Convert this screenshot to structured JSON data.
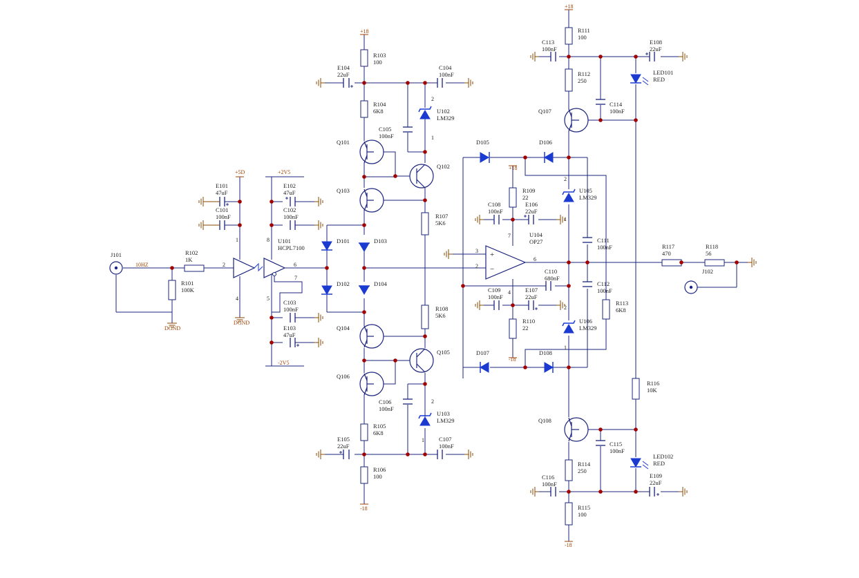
{
  "connectors": {
    "j101": "J101",
    "j102": "J102",
    "net_10hz": "10HZ"
  },
  "power": {
    "plus5d": "+5D",
    "plus2v5": "+2V5",
    "minus2v5": "-2V5",
    "dgnd": "DGND",
    "dgnd2": "DGND",
    "p18_a": "+18",
    "p18_b": "+18",
    "p18_c": "+18",
    "m18_a": "-18",
    "m18_b": "-18",
    "m18_c": "-18"
  },
  "resistors": [
    {
      "ref": "R101",
      "val": "100K"
    },
    {
      "ref": "R102",
      "val": "1K"
    },
    {
      "ref": "R103",
      "val": "100"
    },
    {
      "ref": "R104",
      "val": "6K8"
    },
    {
      "ref": "R105",
      "val": "6K8"
    },
    {
      "ref": "R106",
      "val": "100"
    },
    {
      "ref": "R107",
      "val": "5K6"
    },
    {
      "ref": "R108",
      "val": "5K6"
    },
    {
      "ref": "R109",
      "val": "22"
    },
    {
      "ref": "R110",
      "val": "22"
    },
    {
      "ref": "R111",
      "val": "100"
    },
    {
      "ref": "R112",
      "val": "250"
    },
    {
      "ref": "R113",
      "val": "6K8"
    },
    {
      "ref": "R114",
      "val": "250"
    },
    {
      "ref": "R115",
      "val": "100"
    },
    {
      "ref": "R116",
      "val": "10K"
    },
    {
      "ref": "R117",
      "val": "470"
    },
    {
      "ref": "R118",
      "val": "56"
    }
  ],
  "capacitors": [
    {
      "ref": "C101",
      "val": "100nF"
    },
    {
      "ref": "C102",
      "val": "100nF"
    },
    {
      "ref": "C103",
      "val": "100nF"
    },
    {
      "ref": "C104",
      "val": "100nF"
    },
    {
      "ref": "C105",
      "val": "100nF"
    },
    {
      "ref": "C106",
      "val": "100nF"
    },
    {
      "ref": "C107",
      "val": "100nF"
    },
    {
      "ref": "C108",
      "val": "100nF"
    },
    {
      "ref": "C109",
      "val": "100nF"
    },
    {
      "ref": "C110",
      "val": "680nF"
    },
    {
      "ref": "C111",
      "val": "100nF"
    },
    {
      "ref": "C112",
      "val": "100nF"
    },
    {
      "ref": "C113",
      "val": "100nF"
    },
    {
      "ref": "C114",
      "val": "100nF"
    },
    {
      "ref": "C115",
      "val": "100nF"
    },
    {
      "ref": "C116",
      "val": "100nF"
    }
  ],
  "electrolytics": [
    {
      "ref": "E101",
      "val": "47uF"
    },
    {
      "ref": "E102",
      "val": "47uF"
    },
    {
      "ref": "E103",
      "val": "47uF"
    },
    {
      "ref": "E104",
      "val": "22uF"
    },
    {
      "ref": "E105",
      "val": "22uF"
    },
    {
      "ref": "E106",
      "val": "22uF"
    },
    {
      "ref": "E107",
      "val": "22uF"
    },
    {
      "ref": "E108",
      "val": "22uF"
    },
    {
      "ref": "E109",
      "val": "22uF"
    }
  ],
  "diodes": [
    "D101",
    "D102",
    "D103",
    "D104",
    "D105",
    "D106",
    "D107",
    "D108"
  ],
  "zeners": [
    {
      "ref": "U102",
      "val": "LM329"
    },
    {
      "ref": "U103",
      "val": "LM329"
    },
    {
      "ref": "U105",
      "val": "LM329"
    },
    {
      "ref": "U106",
      "val": "LM329"
    }
  ],
  "leds": [
    {
      "ref": "LED101",
      "val": "RED"
    },
    {
      "ref": "LED102",
      "val": "RED"
    }
  ],
  "transistors": [
    "Q101",
    "Q102",
    "Q103",
    "Q104",
    "Q105",
    "Q106",
    "Q107",
    "Q108"
  ],
  "ics": {
    "u101": {
      "ref": "U101",
      "val": "HCPL7100"
    },
    "u104": {
      "ref": "U104",
      "val": "OP27"
    }
  },
  "pins": {
    "u101_2": "2",
    "u101_6": "6",
    "u101_7": "7",
    "u101_8": "8",
    "u101_5": "5",
    "u101_1": "1",
    "u101_4": "4",
    "u104_3": "3",
    "u104_2": "2",
    "u104_6": "6",
    "u104_7": "7",
    "u104_4": "4",
    "u104_plus": "+",
    "u104_minus": "−",
    "u102_2": "2",
    "u102_1": "1",
    "u103_2": "2",
    "u103_1": "1",
    "u105_2": "2",
    "u105_1": "1",
    "u106_2": "2",
    "u106_1": "1"
  },
  "colors": {
    "wire": "#1a237e",
    "power": "#a04000",
    "junction": "#a00000",
    "diode": "#1a3ad0"
  }
}
